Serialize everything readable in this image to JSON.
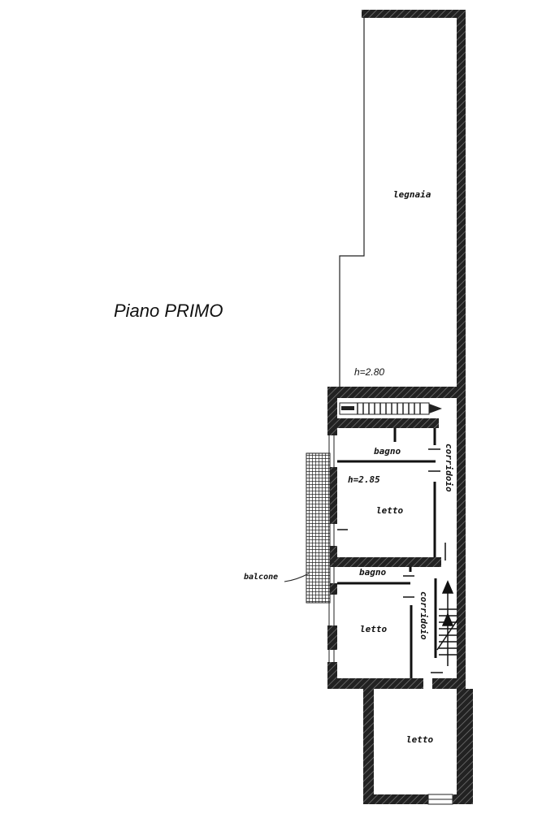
{
  "title": "Piano PRIMO",
  "rooms": {
    "legnaia": "legnaia",
    "bagno_1": "bagno",
    "letto_1": "letto",
    "corridoio_1": "corridoio",
    "bagno_2": "bagno",
    "letto_2": "letto",
    "corridoio_2": "corridoio",
    "letto_3": "letto",
    "balcone": "balcone"
  },
  "heights": {
    "legnaia": "h=2.80",
    "letto_1": "h=2.85"
  }
}
